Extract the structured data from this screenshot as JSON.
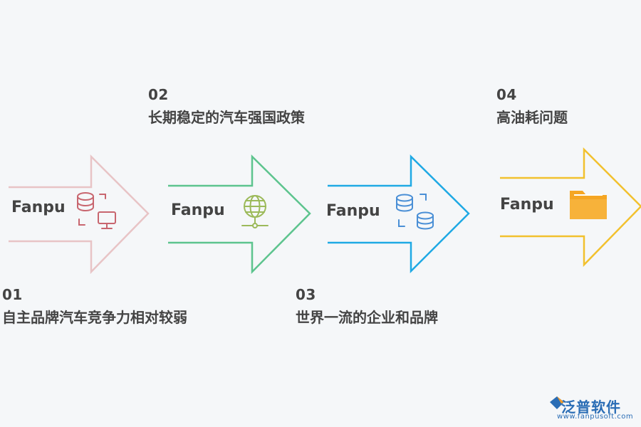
{
  "steps": [
    {
      "num": "01",
      "title": "自主品牌汽车竞争力相对较弱",
      "brand": "Fanpu",
      "icon": "database-monitor-icon",
      "color": "#e8c4c6"
    },
    {
      "num": "02",
      "title": "长期稳定的汽车强国政策",
      "brand": "Fanpu",
      "icon": "globe-network-icon",
      "color": "#5dc48e"
    },
    {
      "num": "03",
      "title": "世界一流的企业和品牌",
      "brand": "Fanpu",
      "icon": "database-sync-icon",
      "color": "#1fa9e4"
    },
    {
      "num": "04",
      "title": "高油耗问题",
      "brand": "Fanpu",
      "icon": "folder-icon",
      "color": "#f2c12e"
    }
  ],
  "watermark": {
    "name": "泛普软件",
    "url": "www.fanpusoft.com"
  }
}
